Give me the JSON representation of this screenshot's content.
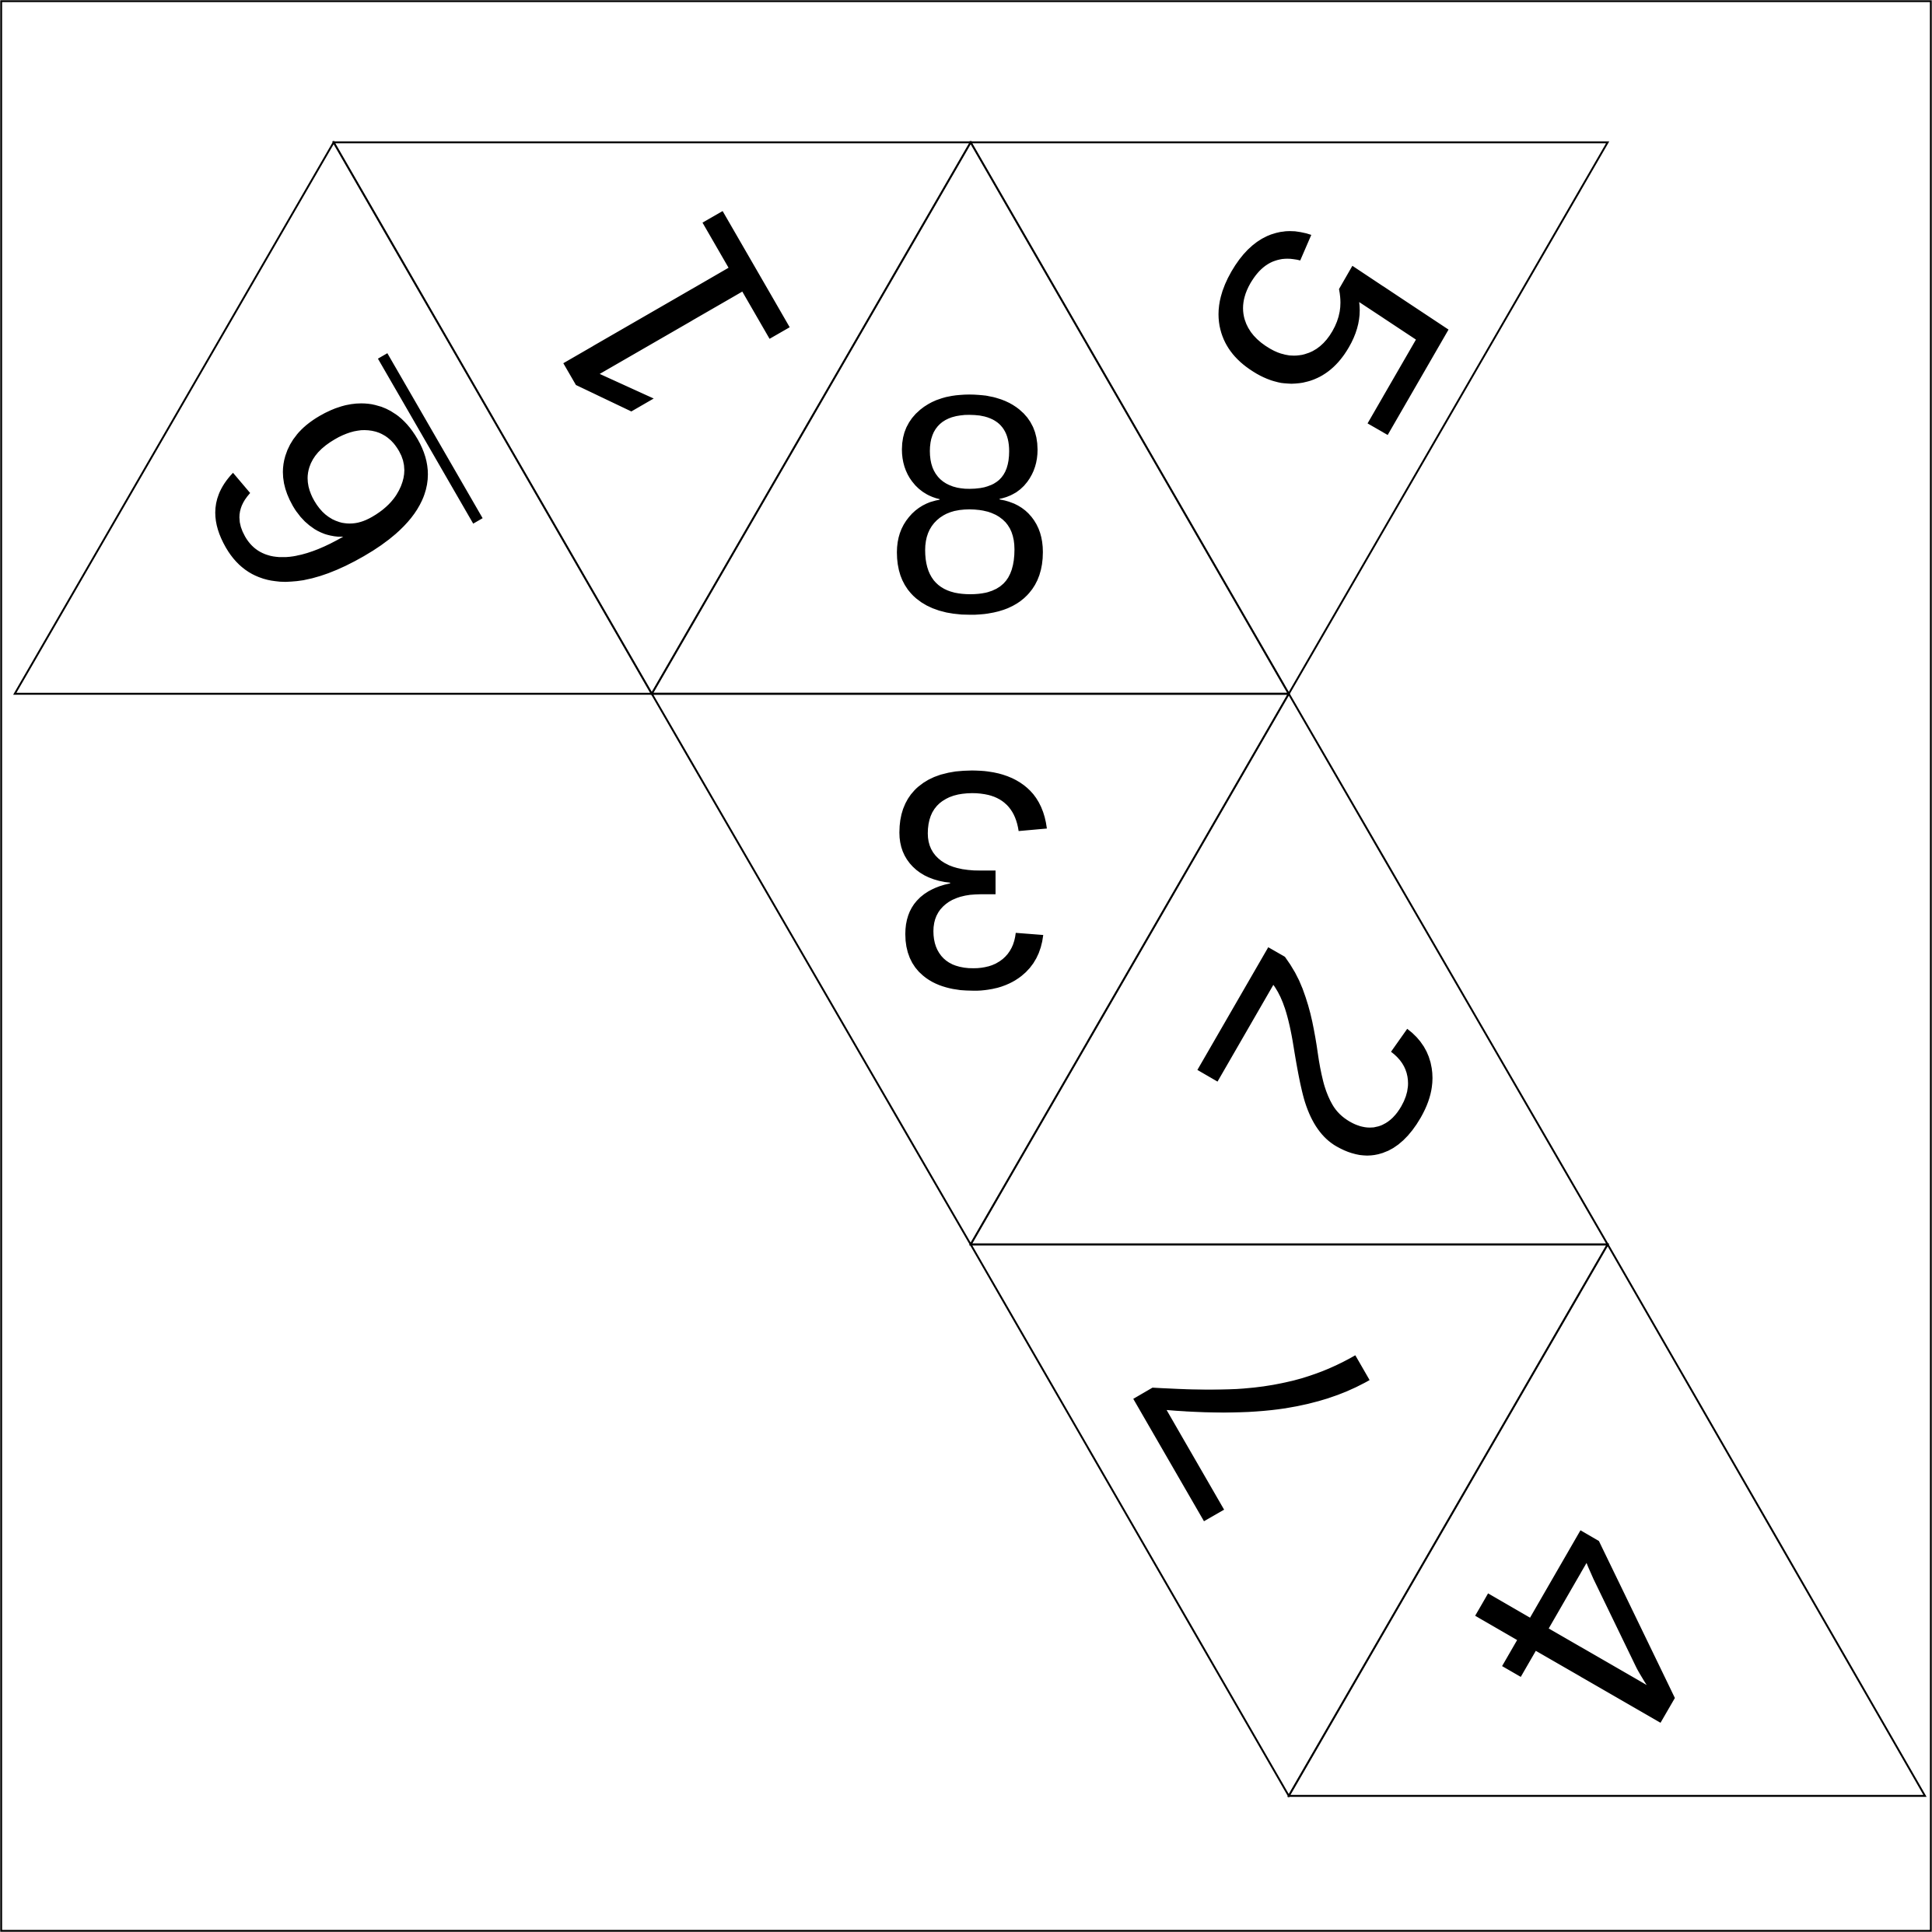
{
  "title": "",
  "faces": [
    {
      "id": "face-6",
      "label": "6",
      "underlined": true
    },
    {
      "id": "face-1",
      "label": "1",
      "underlined": false
    },
    {
      "id": "face-8",
      "label": "8",
      "underlined": false
    },
    {
      "id": "face-5",
      "label": "5",
      "underlined": false
    },
    {
      "id": "face-3",
      "label": "3",
      "underlined": false
    },
    {
      "id": "face-2",
      "label": "2",
      "underlined": false
    },
    {
      "id": "face-7",
      "label": "7",
      "underlined": false
    },
    {
      "id": "face-4",
      "label": "4",
      "underlined": false
    }
  ],
  "colors": {
    "stroke": "#000000",
    "background": "#ffffff"
  }
}
